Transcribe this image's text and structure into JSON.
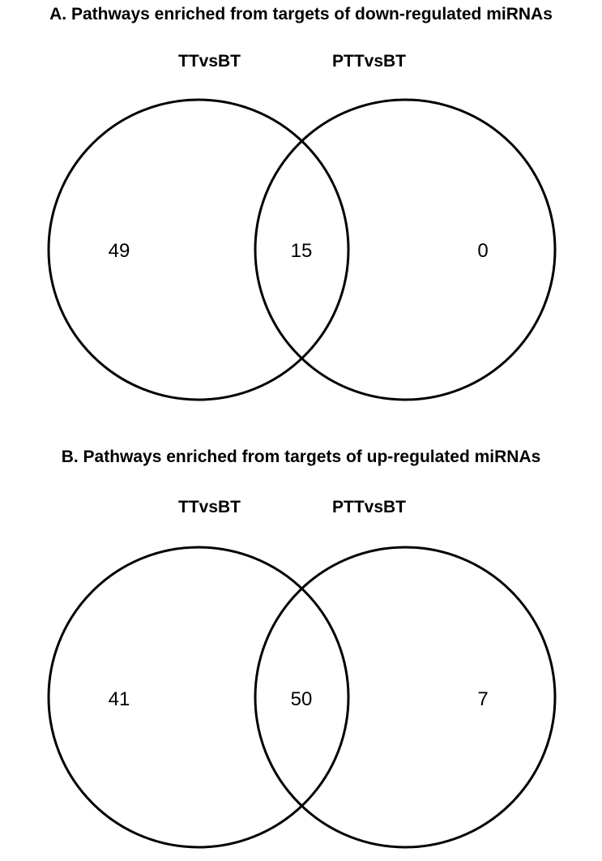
{
  "panels": [
    {
      "title": "A. Pathways enriched from targets of down-regulated miRNAs",
      "set_left": "TTvsBT",
      "set_right": "PTTvsBT",
      "left_only": "49",
      "overlap": "15",
      "right_only": "0"
    },
    {
      "title": "B. Pathways enriched from targets of up-regulated miRNAs",
      "set_left": "TTvsBT",
      "set_right": "PTTvsBT",
      "left_only": "41",
      "overlap": "50",
      "right_only": "7"
    }
  ]
}
